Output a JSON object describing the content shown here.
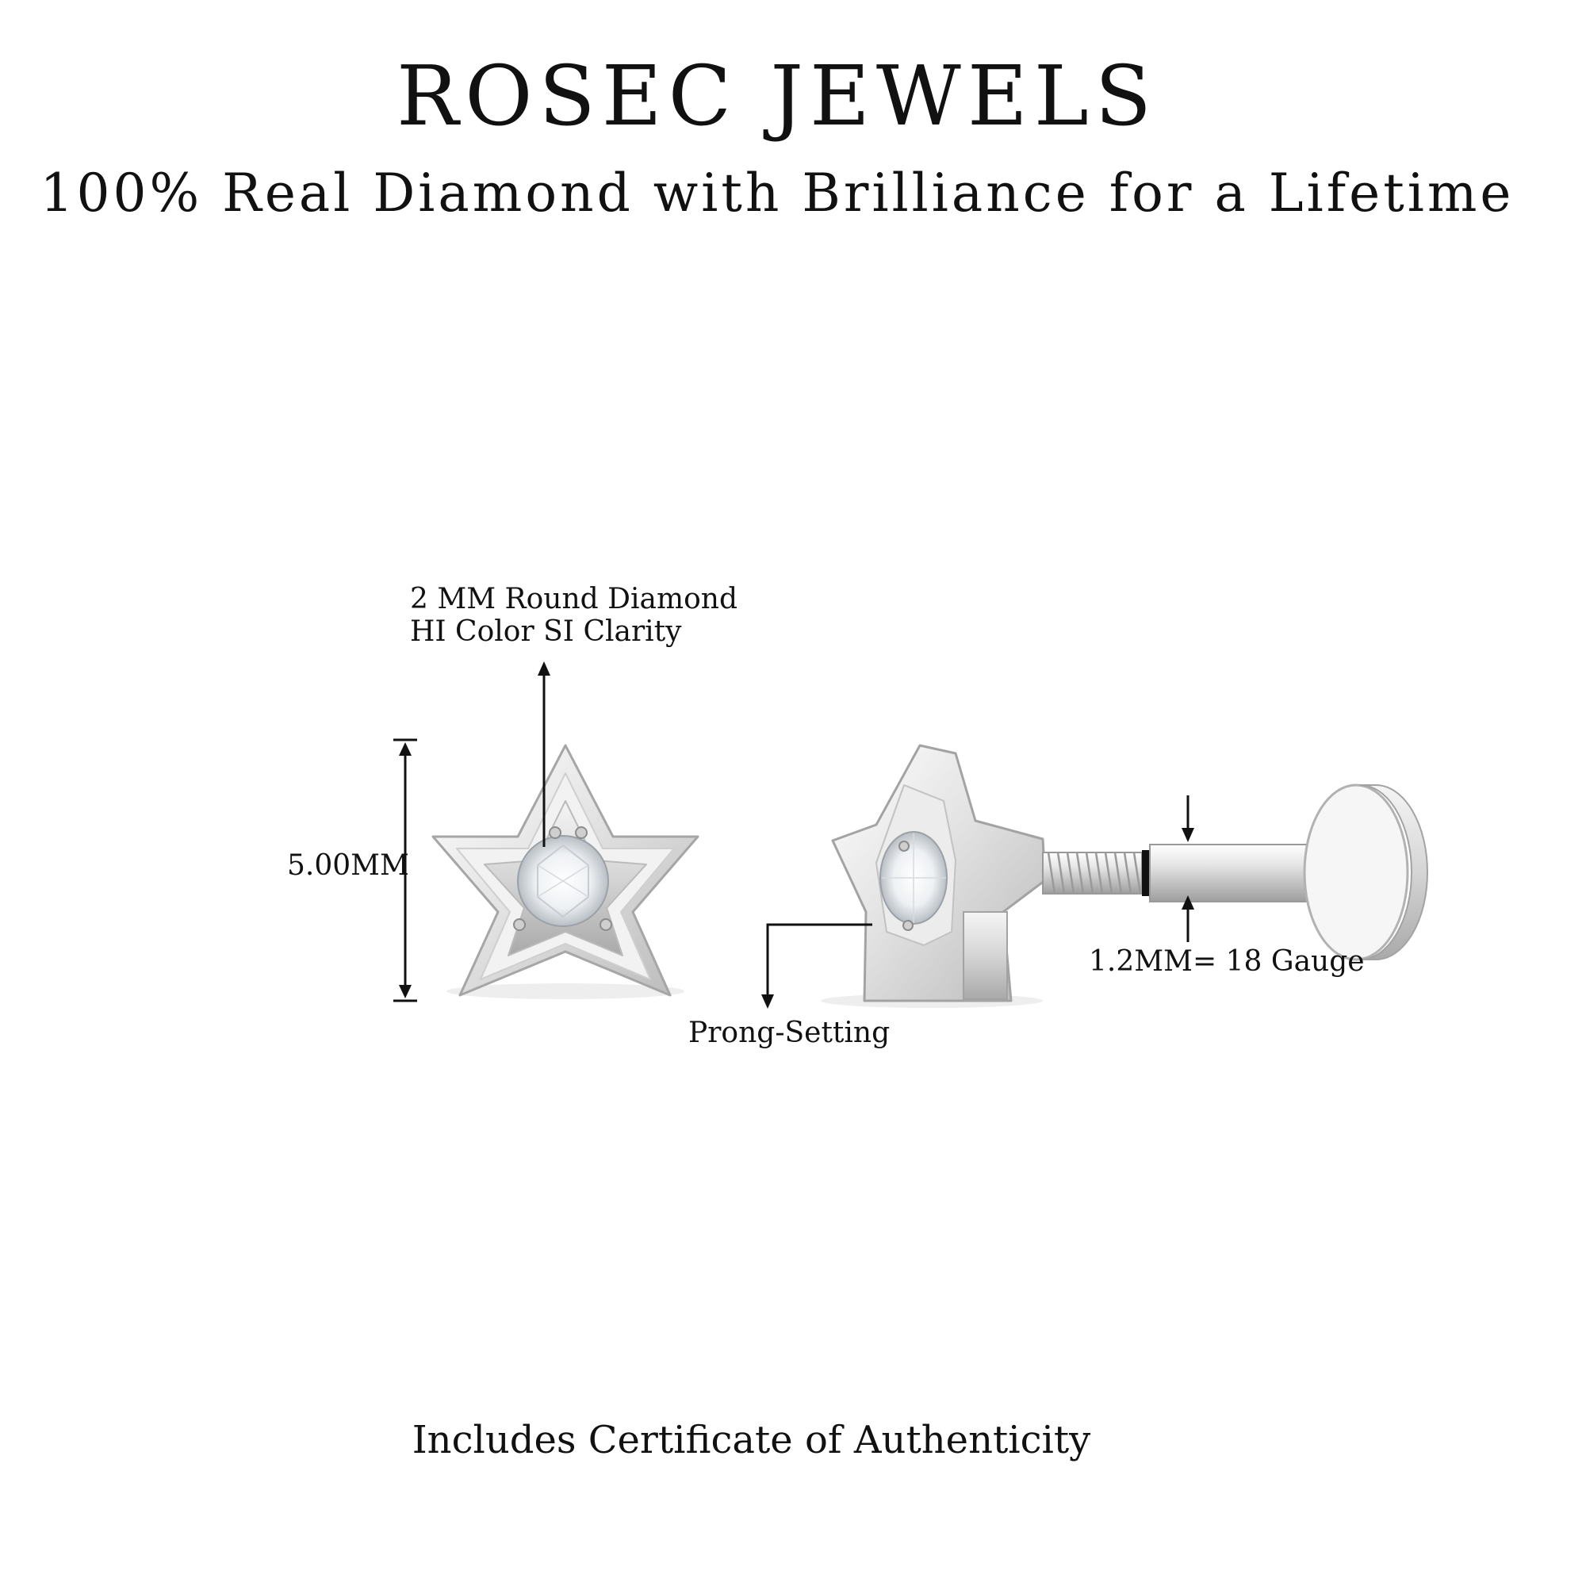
{
  "header": {
    "brand": "ROSEC JEWELS",
    "tagline": "100% Real Diamond with Brilliance for a Lifetime"
  },
  "annotations": {
    "diamond_line1": "2 MM Round Diamond",
    "diamond_line2": "HI Color SI Clarity",
    "height": "5.00MM",
    "setting": "Prong-Setting",
    "gauge": "1.2MM= 18 Gauge"
  },
  "footer": {
    "certificate": "Includes Certificate of Authenticity"
  }
}
